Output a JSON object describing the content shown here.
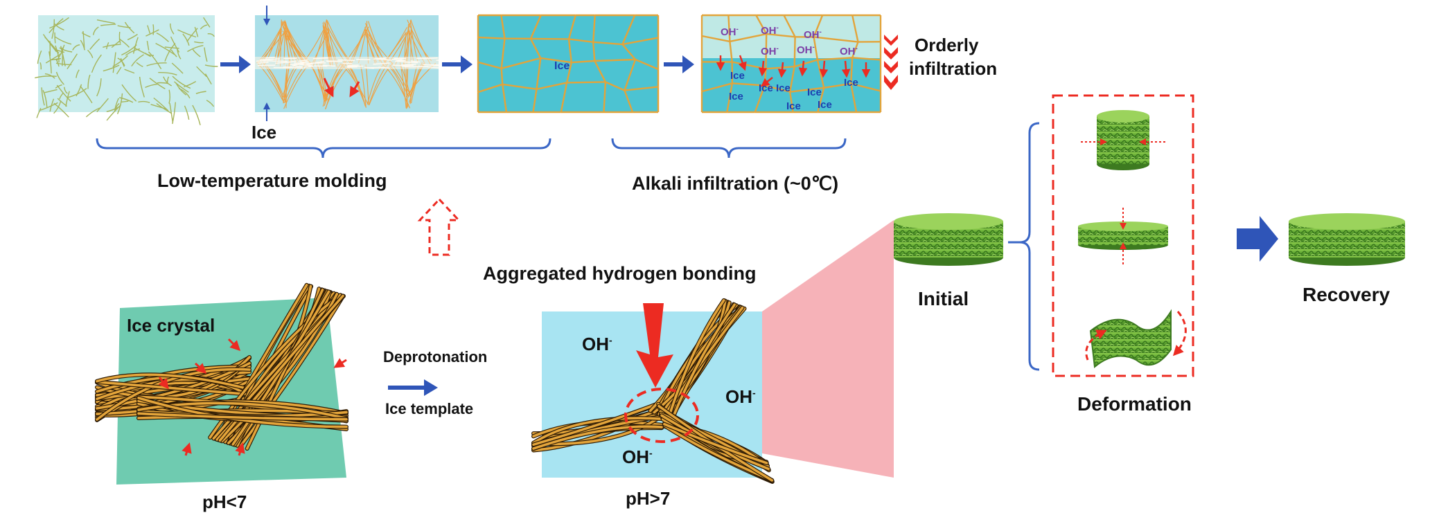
{
  "labels": {
    "ice_arrow_label": "Ice",
    "ice_cell": "Ice",
    "orderly_line1": "Orderly",
    "orderly_line2": "infiltration",
    "low_temp_molding": "Low-temperature molding",
    "alkali_infiltration": "Alkali infiltration (~0℃)",
    "aggregated_hb": "Aggregated hydrogen bonding",
    "ice_crystal": "Ice crystal",
    "deprotonation": "Deprotonation",
    "ice_template": "Ice template",
    "ph_lt7": "pH<7",
    "ph_gt7": "pH>7",
    "oh_left": "OH",
    "oh_right": "OH",
    "oh_bottom": "OH",
    "oh_sup": "-",
    "initial": "Initial",
    "recovery": "Recovery",
    "deformation": "Deformation"
  },
  "infiltration_panel": {
    "oh_labels": [
      "OH",
      "OH",
      "OH",
      "OH",
      "OH",
      "OH"
    ],
    "oh_sup": "-",
    "ice_labels": [
      "Ice",
      "Ice",
      "Ice",
      "Ice",
      "Ice",
      "Ice",
      "Ice",
      "Ice"
    ]
  },
  "colors": {
    "fiber": "#e3a43a",
    "fiber_dark": "#2c1a05",
    "ice_blue": "#b2e4ee",
    "deep_cyan": "#4cc3d2",
    "teal_green": "#6fcbb0",
    "arrow_blue": "#2f55b8",
    "red": "#ec2b22",
    "bracket_blue": "#3b67c6",
    "oh_purple": "#7b3fa6",
    "ice_text_blue": "#1c3fb0",
    "green_foam": "#5fa632",
    "pink_zoom": "#f6aeb4"
  }
}
